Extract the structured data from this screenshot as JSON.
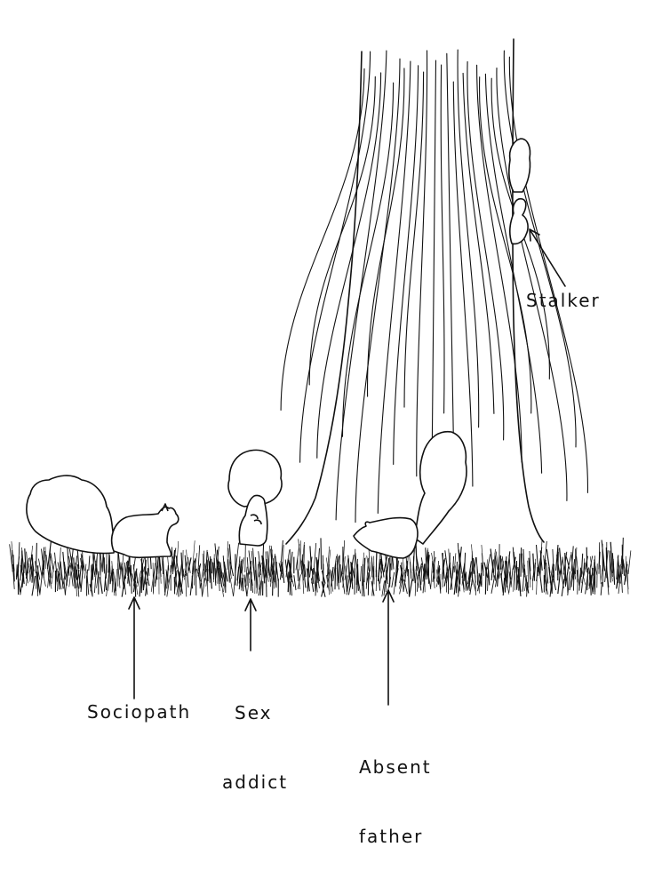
{
  "labels": {
    "stalker": "Stalker",
    "sociopath": "Sociopath",
    "sex_addict_line1": "Sex",
    "sex_addict_line2": "addict",
    "absent_father_line1": "Absent",
    "absent_father_line2": "father"
  },
  "colors": {
    "ink": "#111111",
    "paper": "#ffffff"
  }
}
